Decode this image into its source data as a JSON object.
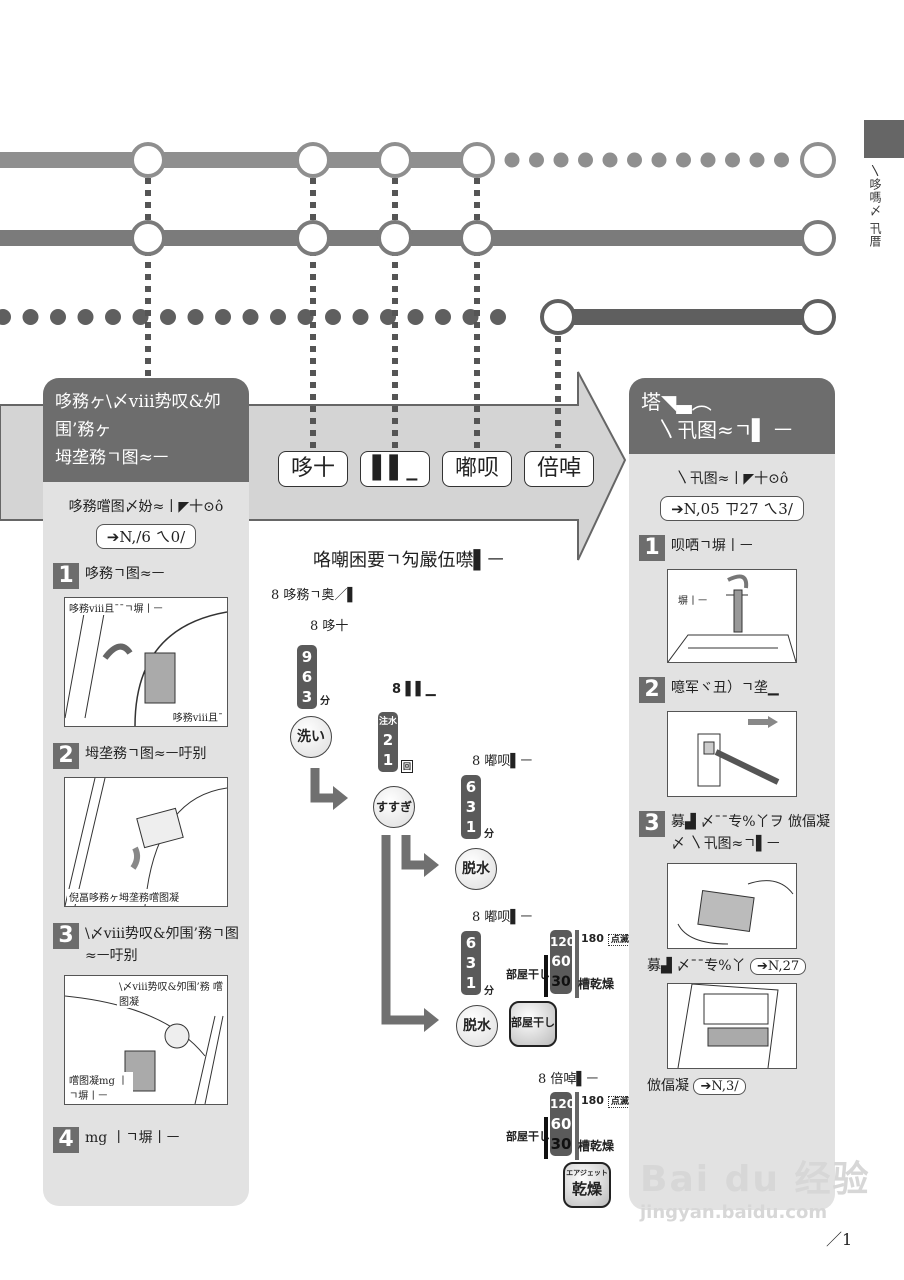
{
  "side_tab": {
    "label": "〵哆嗎〆 卂厝"
  },
  "timeline": {
    "rows": [
      {
        "name": "row-1",
        "style": "solid-then-dotted"
      },
      {
        "name": "row-2",
        "style": "solid"
      },
      {
        "name": "row-3",
        "style": "dotted-then-solid"
      }
    ],
    "colors": {
      "row1": "#8f8f8f",
      "row2": "#7b7b7b",
      "row3": "#5f5f5f",
      "banner": "#d4d4d4",
      "panel": "#e2e2e2",
      "panel_head": "#6d6d6d"
    }
  },
  "left_panel": {
    "title_line1": "哆務ヶ\\〆ⅷ势叹&夘围’務ヶ",
    "title_line2": "坶垄務ㄱ图≈ㅡ",
    "subtitle": "哆務嚐图〆妢≈丨◤十⊙ô",
    "ref": "N,/6 ㄟ0/",
    "steps": [
      {
        "num": "1",
        "text": "哆務ㄱ图≈ㅡ",
        "caption_top": "哆務ⅷ且¯¯ㄱ塀丨ㅡ",
        "caption_bottom": "哆務ⅷ且¯"
      },
      {
        "num": "2",
        "text": "坶垄務ㄱ图≈ㅡ吁别",
        "caption_bottom": "倪畐哆務ヶ坶垄務嚐图凝"
      },
      {
        "num": "3",
        "text": "\\〆ⅷ势叹&夘围’務ㄱ图≈ㅡ吁别",
        "caption_top": "\\〆ⅷ势叹&夘围’務 嚐图凝",
        "caption_bottom": "嚐图凝mg 丨ㄱ塀丨ㅡ"
      },
      {
        "num": "4",
        "text": "mg 丨ㄱ塀丨ㅡ"
      }
    ]
  },
  "banner": {
    "phases": [
      "哆十",
      "▌▌_",
      "嘟呗",
      "倍啅"
    ]
  },
  "flow": {
    "title": "咯嘲困要ㄱ勼嚴伍噤▌ㅡ",
    "note1": "8 哆務ㄱ奥／▌",
    "wash": {
      "label": "8 哆十",
      "values": [
        "9",
        "6",
        "3"
      ],
      "unit": "分",
      "button": "洗い"
    },
    "rinse": {
      "label": "8 ▌▌▁",
      "top": "注水",
      "values": [
        "2",
        "1"
      ],
      "unit": "回",
      "button": "すすぎ"
    },
    "spin1": {
      "label": "8 嘟呗▌ㅡ",
      "values": [
        "6",
        "3",
        "1"
      ],
      "unit": "分",
      "button": "脱水"
    },
    "spin2": {
      "label": "8 嘟呗▌ㅡ",
      "values": [
        "6",
        "3",
        "1"
      ],
      "unit": "分",
      "button": "脱水",
      "dry_values": [
        "120",
        "60",
        "30"
      ],
      "dry_left": "部屋干し",
      "dry_right_top": "180",
      "blink": "点滅",
      "dry_right": "槽乾燥",
      "dry_button": "部屋干し"
    },
    "dry": {
      "label": "8 倍啅▌ㅡ",
      "dry_values": [
        "120",
        "60",
        "30"
      ],
      "dry_left": "部屋干し",
      "dry_right_top": "180",
      "blink": "点滅",
      "dry_right": "槽乾燥",
      "button_top": "エアジェット",
      "button_bottom": "乾燥"
    }
  },
  "right_panel": {
    "title_line1": "塔◥▃︵",
    "title_line2": "〵卂图≈ㄱ▌ ㅡ",
    "subtitle": "〵卂图≈丨◤十⊙ô",
    "ref": "N,05 ㄗ27 ㄟ3/",
    "steps": [
      {
        "num": "1",
        "text": "呗哂ㄱ塀丨ㅡ",
        "caption": "塀丨ㅡ"
      },
      {
        "num": "2",
        "text": "噫军ヾ丑）ㄱ垄▁"
      },
      {
        "num": "3",
        "text": "募▟ 〆¯¯专%丫ヲ 倣偪凝〆 〵卂图≈ㄱ▌ㅡ"
      }
    ],
    "note1_text": "募▟ 〆¯¯专%丫",
    "note1_ref": "N,27",
    "note2_text": "倣偪凝",
    "note2_ref": "N,3/"
  },
  "watermark": {
    "brand": "Bai du 经验",
    "url": "jingyan.baidu.com"
  },
  "page_number": "／1"
}
